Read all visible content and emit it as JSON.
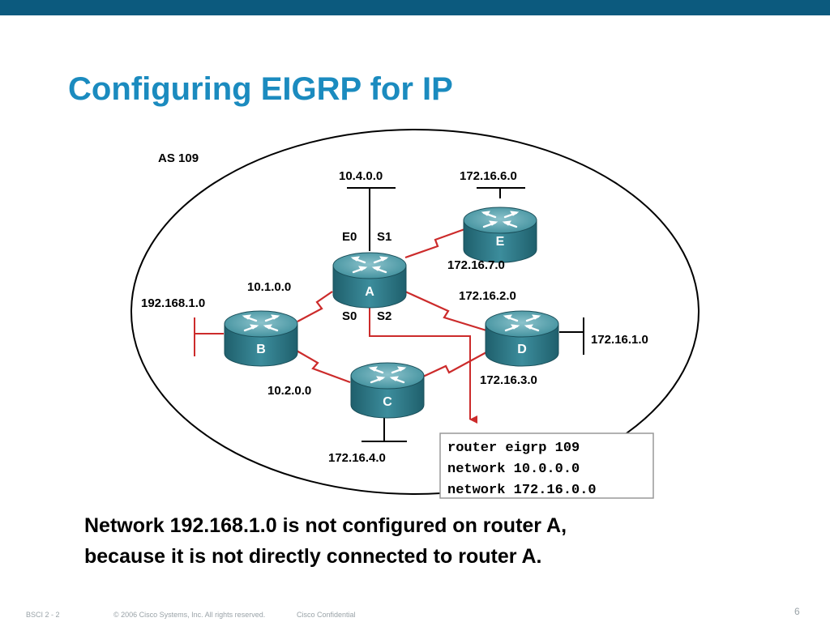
{
  "slide": {
    "title": "Configuring EIGRP for IP",
    "caption_line1": "Network 192.168.1.0 is not configured on router A,",
    "caption_line2": "because it is not directly connected to router A.",
    "footer_course": "BSCI 2 - 2",
    "footer_copyright": "© 2006 Cisco Systems, Inc. All rights reserved.",
    "footer_confidential": "Cisco Confidential",
    "page_number": "6"
  },
  "diagram": {
    "as_label": "AS 109",
    "routers": {
      "A": "A",
      "B": "B",
      "C": "C",
      "D": "D",
      "E": "E"
    },
    "networks": {
      "n_10_4": "10.4.0.0",
      "n_172_16_6": "172.16.6.0",
      "n_172_16_7": "172.16.7.0",
      "n_10_1": "10.1.0.0",
      "n_192_168_1": "192.168.1.0",
      "n_172_16_2": "172.16.2.0",
      "n_172_16_1": "172.16.1.0",
      "n_10_2": "10.2.0.0",
      "n_172_16_3": "172.16.3.0",
      "n_172_16_4": "172.16.4.0"
    },
    "interfaces": {
      "e0": "E0",
      "s1": "S1",
      "s0": "S0",
      "s2": "S2"
    },
    "config": {
      "line1": "router eigrp 109",
      "line2": "network 10.0.0.0",
      "line3": "network 172.16.0.0"
    }
  },
  "colors": {
    "topbar": "#0c5a7e",
    "title": "#1b8bbf",
    "router_body": "#2f7d8c",
    "link": "#cc2b2b"
  }
}
